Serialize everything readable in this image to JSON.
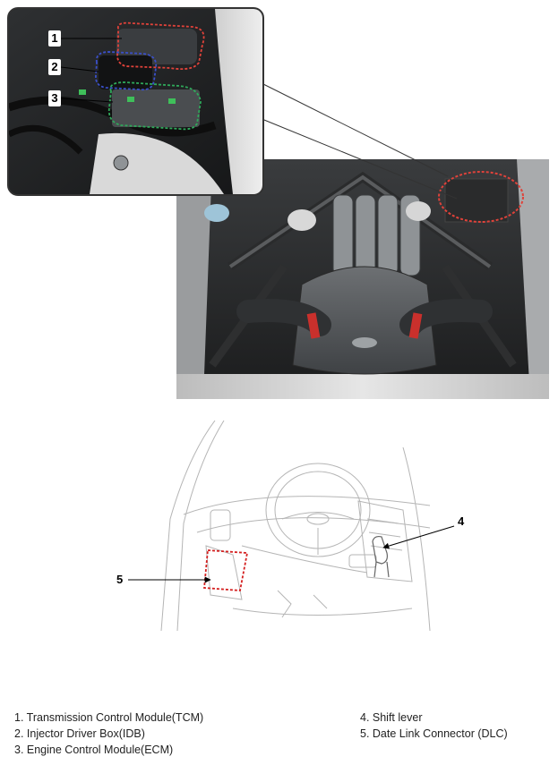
{
  "figure_top": {
    "callouts": [
      "1",
      "2",
      "3"
    ]
  },
  "figure_bottom": {
    "callouts": [
      "4",
      "5"
    ]
  },
  "legend": {
    "left": [
      "1. Transmission Control Module(TCM)",
      "2. Injector Driver Box(IDB)",
      "3. Engine Control Module(ECM)"
    ],
    "right": [
      "4. Shift lever",
      "5. Date Link Connector (DLC)"
    ]
  },
  "colors": {
    "tcm_outline": "#e0423a",
    "idb_outline": "#3a4fc9",
    "ecm_outline": "#2fa85a",
    "dlc_outline": "#d42020"
  }
}
